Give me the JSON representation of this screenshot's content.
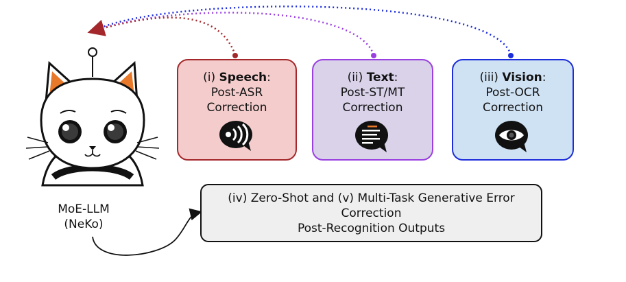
{
  "cat": {
    "label_line1": "MoE-LLM",
    "label_line2": "(NeKo)"
  },
  "tasks": [
    {
      "prefix": "(i) ",
      "name": "Speech",
      "suffix": ":",
      "line2": "Post-ASR",
      "line3": "Correction",
      "color": "#a4282b",
      "icon": "speech-bubble-sound-icon"
    },
    {
      "prefix": "(ii) ",
      "name": "Text",
      "suffix": ":",
      "line2": "Post-ST/MT",
      "line3": "Correction",
      "color": "#9a3fe0",
      "icon": "speech-bubble-text-icon"
    },
    {
      "prefix": "(iii) ",
      "name": "Vision",
      "suffix": ":",
      "line2": "Post-OCR",
      "line3": "Correction",
      "color": "#1c2ddb",
      "icon": "speech-bubble-eye-icon"
    }
  ],
  "zero_shot": {
    "line1": "(iv) Zero-Shot and (v) Multi-Task Generative Error",
    "line2": "Correction",
    "line3": "Post-Recognition Outputs"
  }
}
